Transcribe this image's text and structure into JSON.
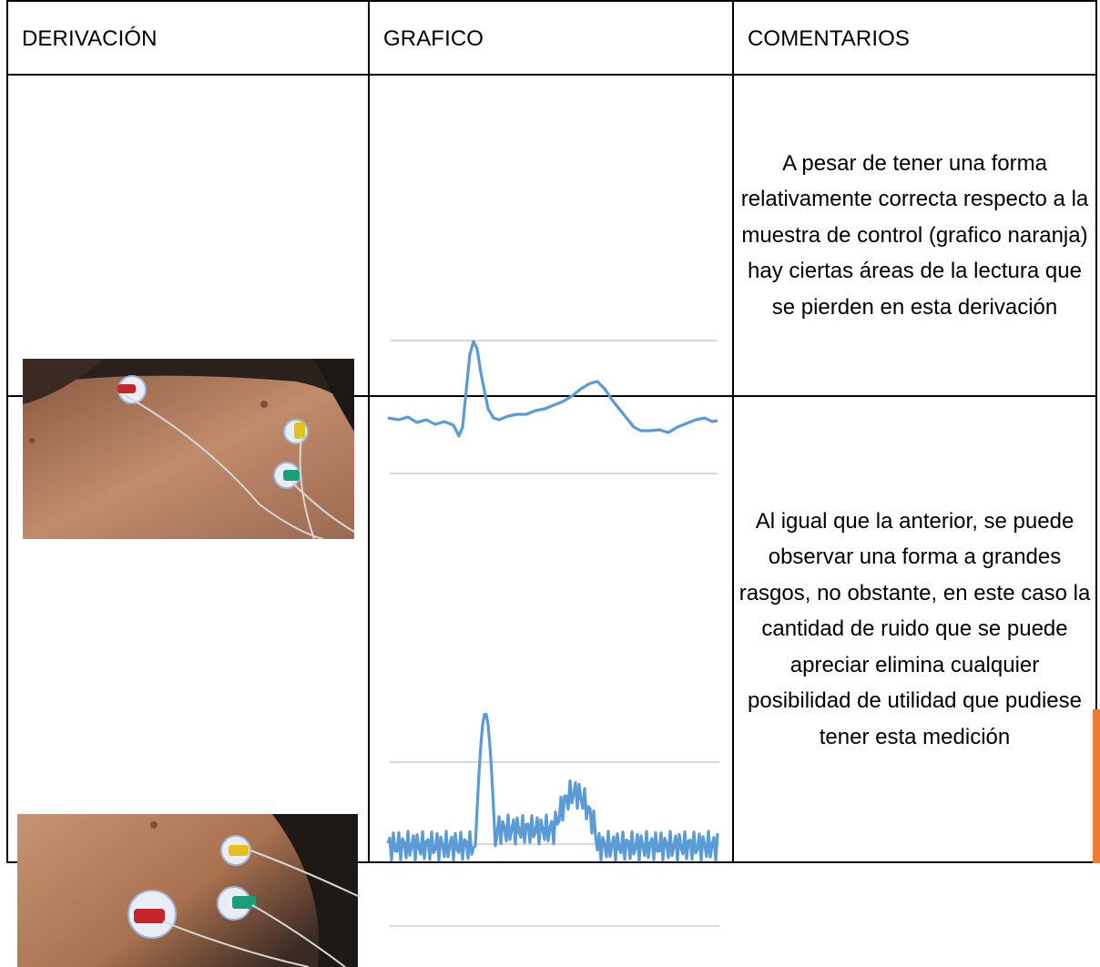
{
  "headers": {
    "derivacion": "DERIVACIÓN",
    "grafico": "GRAFICO",
    "comentarios": "COMENTARIOS"
  },
  "rows": [
    {
      "photo_alt": "torso-with-electrodes",
      "comment": "A pesar de tener una forma relativamente correcta respecto a la muestra de control (grafico naranja) hay ciertas áreas de la lectura que se pierden en esta derivación"
    },
    {
      "photo_alt": "torso-with-electrodes",
      "comment": "Al igual que la anterior, se puede observar una forma a grandes rasgos, no obstante, en este caso la cantidad de ruido que se puede apreciar elimina cualquier posibilidad de utilidad que pudiese tener esta medición"
    }
  ],
  "colors": {
    "trace": "#5b9bd5",
    "gridline": "#d9d9d9",
    "accent_bar": "#ee7d31"
  }
}
